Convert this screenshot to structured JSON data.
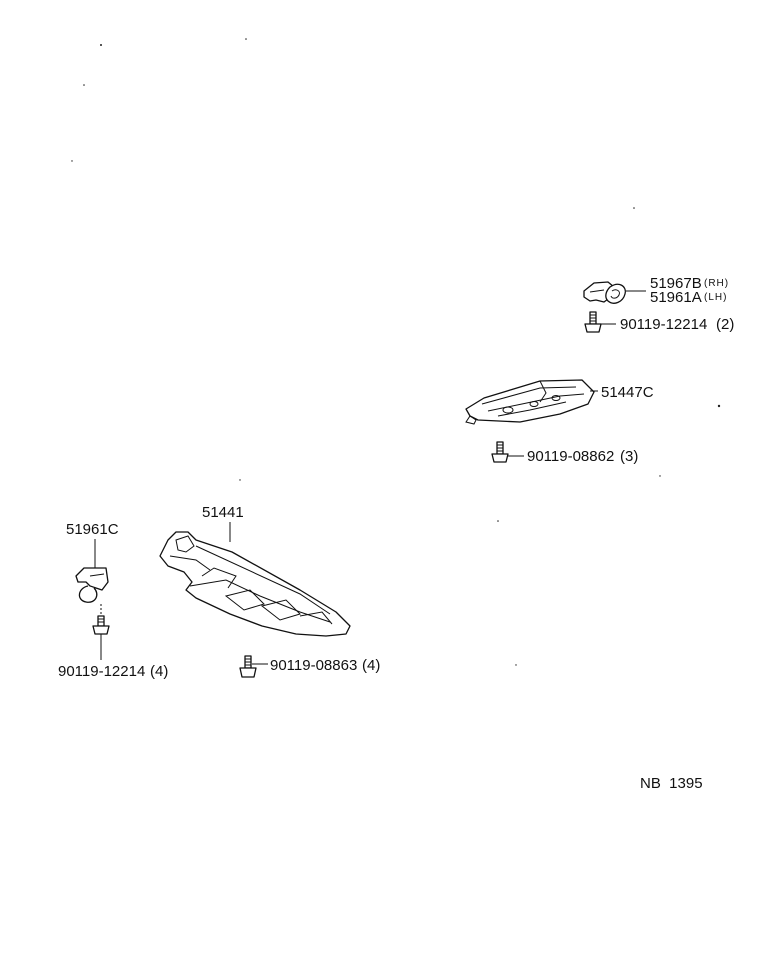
{
  "parts": {
    "splash_shield_rh": {
      "part_no": "51967B",
      "side": "(RH)"
    },
    "splash_shield_lh": {
      "part_no": "51961A",
      "side": "(LH)"
    },
    "bolt_upper": {
      "part_no": "90119-12214",
      "qty": "(2)"
    },
    "cover_right": {
      "part_no": "51447C"
    },
    "bolt_right": {
      "part_no": "90119-08862",
      "qty": "(3)"
    },
    "cover_main": {
      "part_no": "51441"
    },
    "bolt_main": {
      "part_no": "90119-08863",
      "qty": "(4)"
    },
    "bracket_left": {
      "part_no": "51961C"
    },
    "bolt_left": {
      "part_no": "90119-12214",
      "qty": "(4)"
    }
  },
  "diagram_code": "NB  1395"
}
